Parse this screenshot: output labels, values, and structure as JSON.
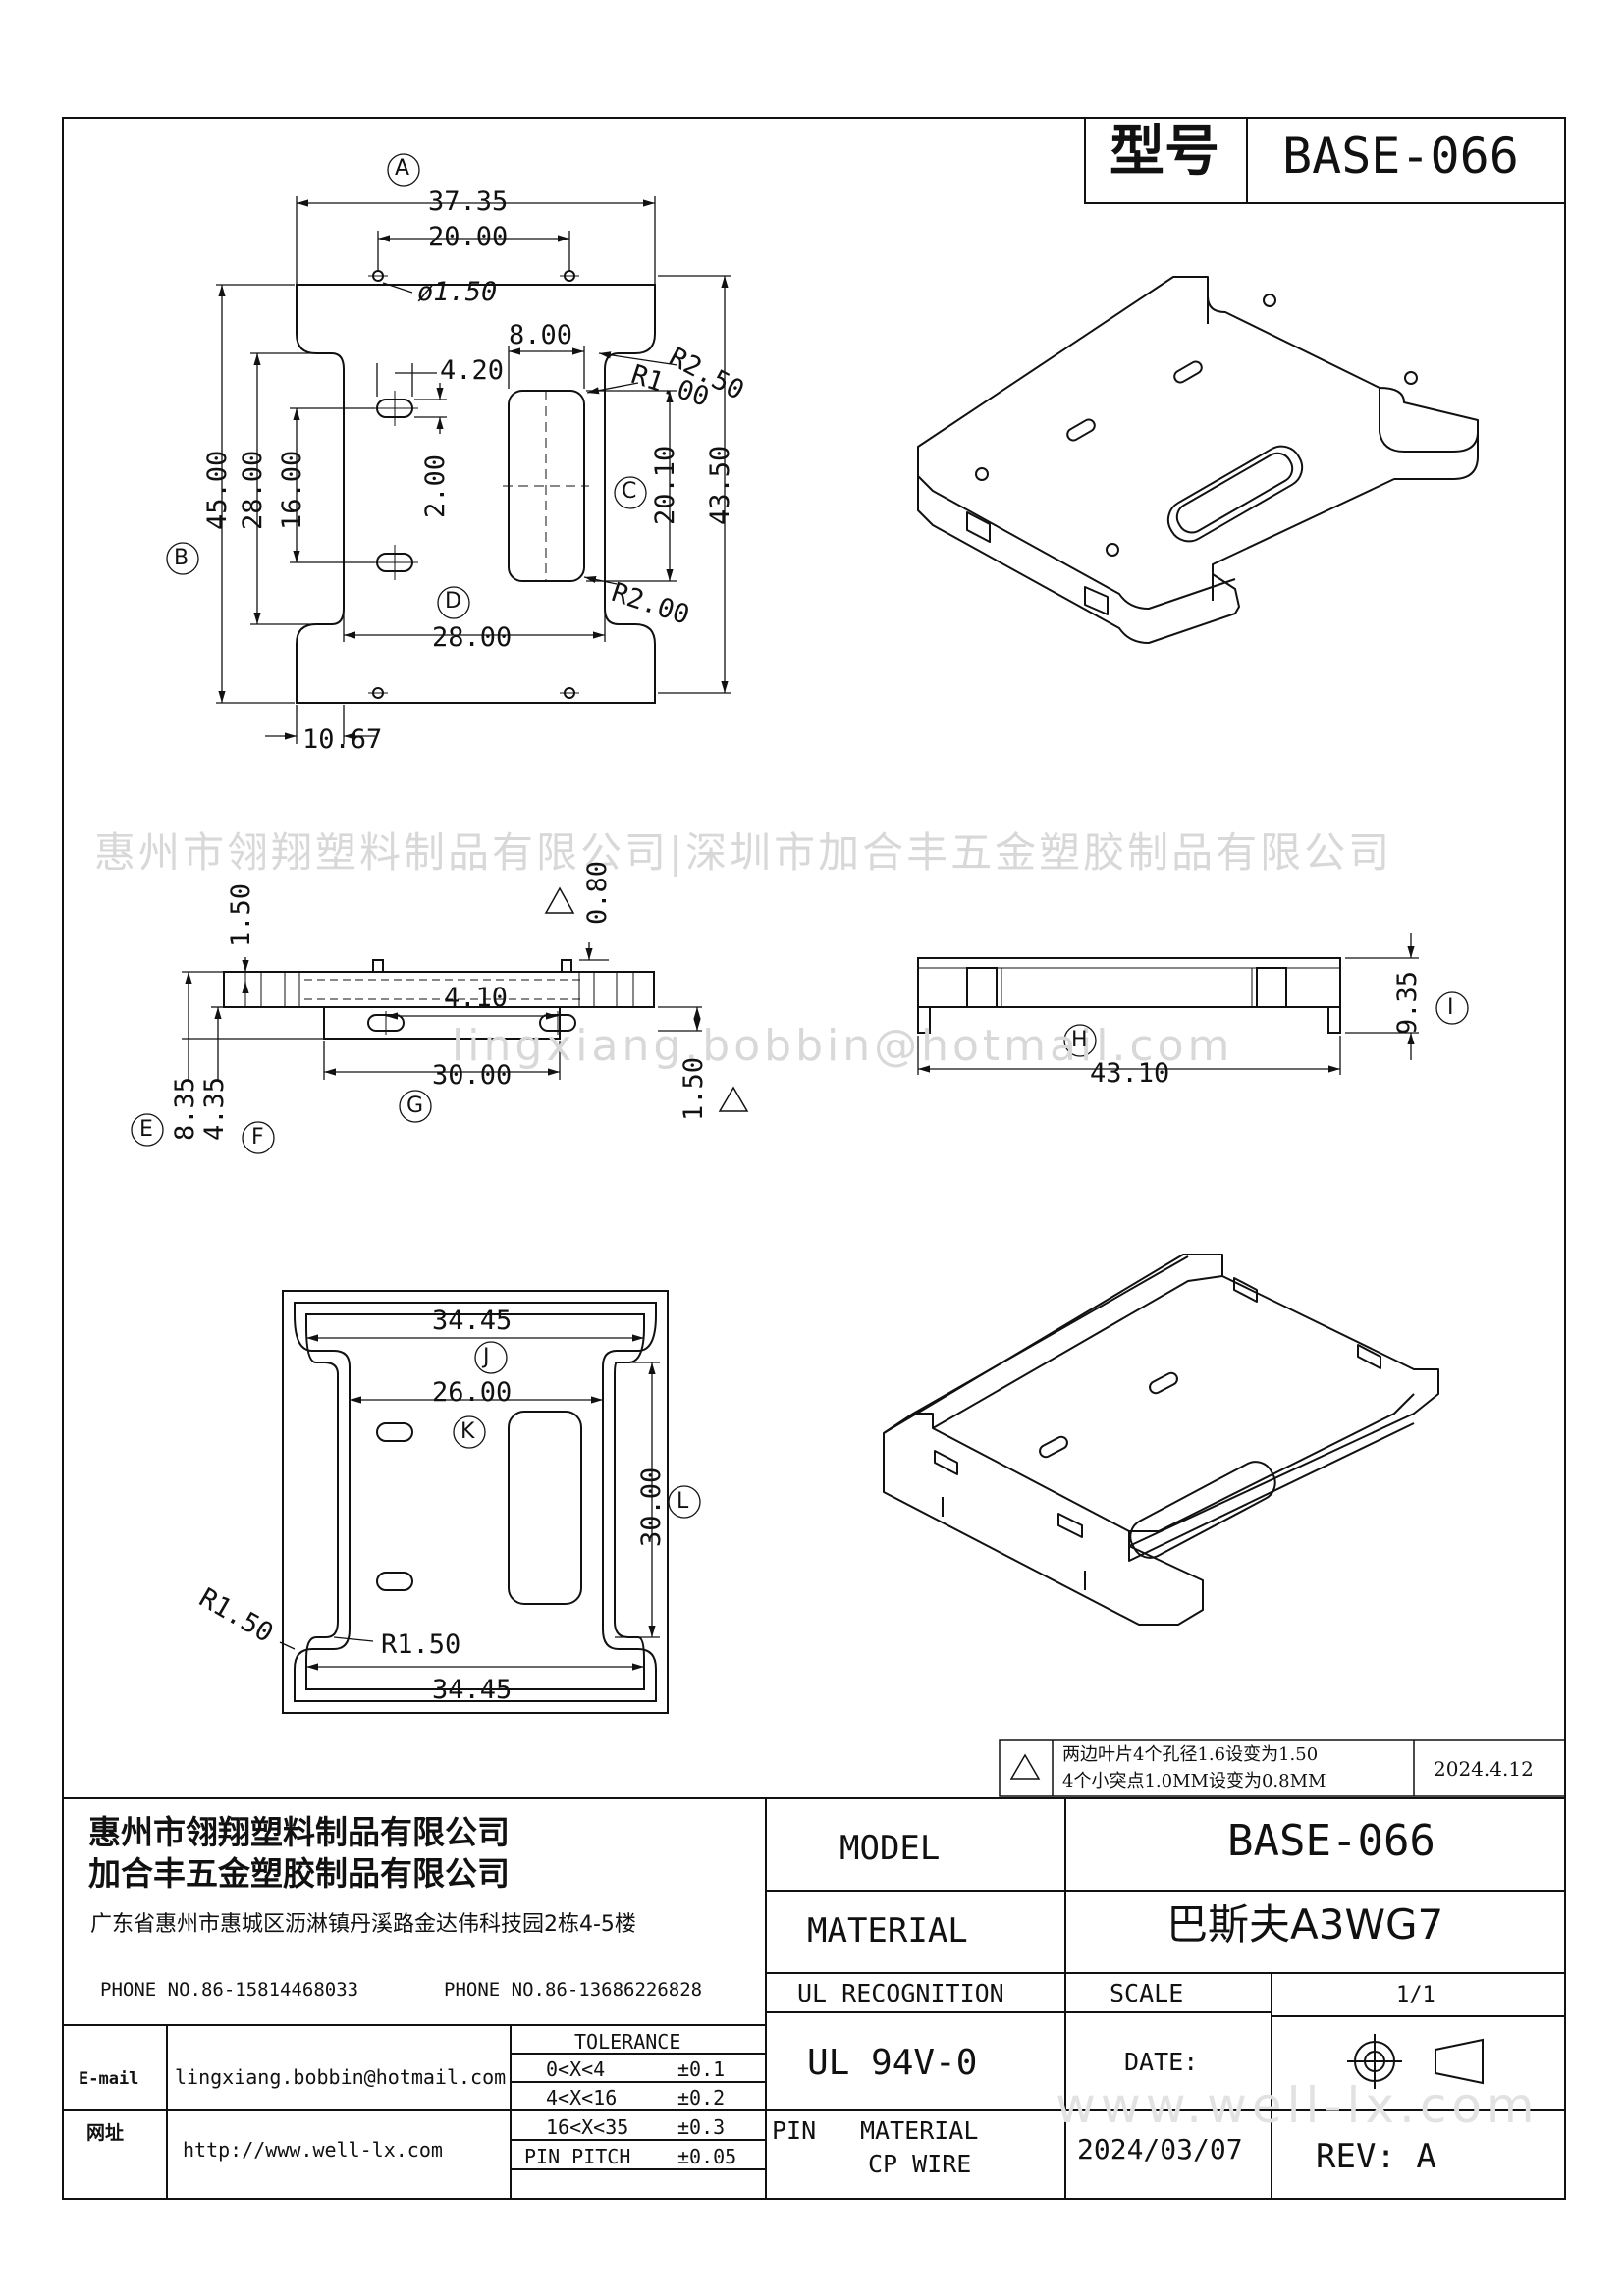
{
  "header": {
    "model_label_cn": "型号",
    "model_value": "BASE-066"
  },
  "watermarks": {
    "company_line": "惠州市翎翔塑料制品有限公司|深圳市加合丰五金塑胶制品有限公司",
    "email_mark": "lingxiang.bobbin@hotmail.com",
    "site_mark": "www.well-lx.com"
  },
  "top_view": {
    "labels": [
      "A",
      "B",
      "C",
      "D"
    ],
    "dims": {
      "overall_width": "37.35",
      "hole_pitch": "20.00",
      "hole_dia": "ø1.50",
      "inner_width": "8.00",
      "r250": "R2.50",
      "r100": "R1.00",
      "slot_len": "4.20",
      "overall_height": "45.00",
      "inner_height": "28.00",
      "slot_pitch": "16.00",
      "slot_w": "2.00",
      "window_len": "20.10",
      "total_height": "43.50",
      "r200": "R2.00",
      "bottom_width": "28.00",
      "tab": "10.67"
    }
  },
  "front_view": {
    "labels": [
      "E",
      "F",
      "G"
    ],
    "dims": {
      "top_t": "1.50",
      "pin": "0.80",
      "pin_pitch": "4.10",
      "base_w": "30.00",
      "h_total": "8.35",
      "h_body": "4.35",
      "pin_len": "1.50"
    }
  },
  "side_view": {
    "labels": [
      "H",
      "I"
    ],
    "dims": {
      "len": "43.10",
      "height": "9.35"
    }
  },
  "bottom_view": {
    "labels": [
      "J",
      "K",
      "L"
    ],
    "dims": {
      "top_w": "34.45",
      "inner_w": "26.00",
      "height": "30.00",
      "r_outer": "R1.50",
      "r_inner": "R1.50",
      "bottom_w": "34.45"
    }
  },
  "revision_note": {
    "line1": "两边叶片4个孔径1.6设变为1.50",
    "line2": "4个小突点1.0MM设变为0.8MM",
    "date": "2024.4.12"
  },
  "title_block": {
    "company1": "惠州市翎翔塑料制品有限公司",
    "company2": "加合丰五金塑胶制品有限公司",
    "address": "广东省惠州市惠城区沥淋镇丹溪路金达伟科技园2栋4-5楼",
    "phone1": "PHONE NO.86-15814468033",
    "phone2": "PHONE NO.86-13686226828",
    "email_label": "E-mail",
    "email": "lingxiang.bobbin@hotmail.com",
    "web_label": "网址",
    "web": "http://www.well-lx.com",
    "tolerance_title": "TOLERANCE",
    "tolerances": [
      {
        "range": "0<X<4",
        "tol": "±0.1"
      },
      {
        "range": "4<X<16",
        "tol": "±0.2"
      },
      {
        "range": "16<X<35",
        "tol": "±0.3"
      },
      {
        "range": "PIN PITCH",
        "tol": "±0.05"
      }
    ],
    "model_label": "MODEL",
    "model_value": "BASE-066",
    "material_label": "MATERIAL",
    "material_value": "巴斯夫A3WG7",
    "ul_label": "UL RECOGNITION",
    "ul_value": "UL 94V-0",
    "scale_label": "SCALE",
    "scale_value": "1/1",
    "date_label": "DATE:",
    "date_value": "2024/03/07",
    "pin_label": "PIN",
    "pin_mat_label": "MATERIAL",
    "pin_mat_value": "CP WIRE",
    "rev": "REV: A"
  }
}
